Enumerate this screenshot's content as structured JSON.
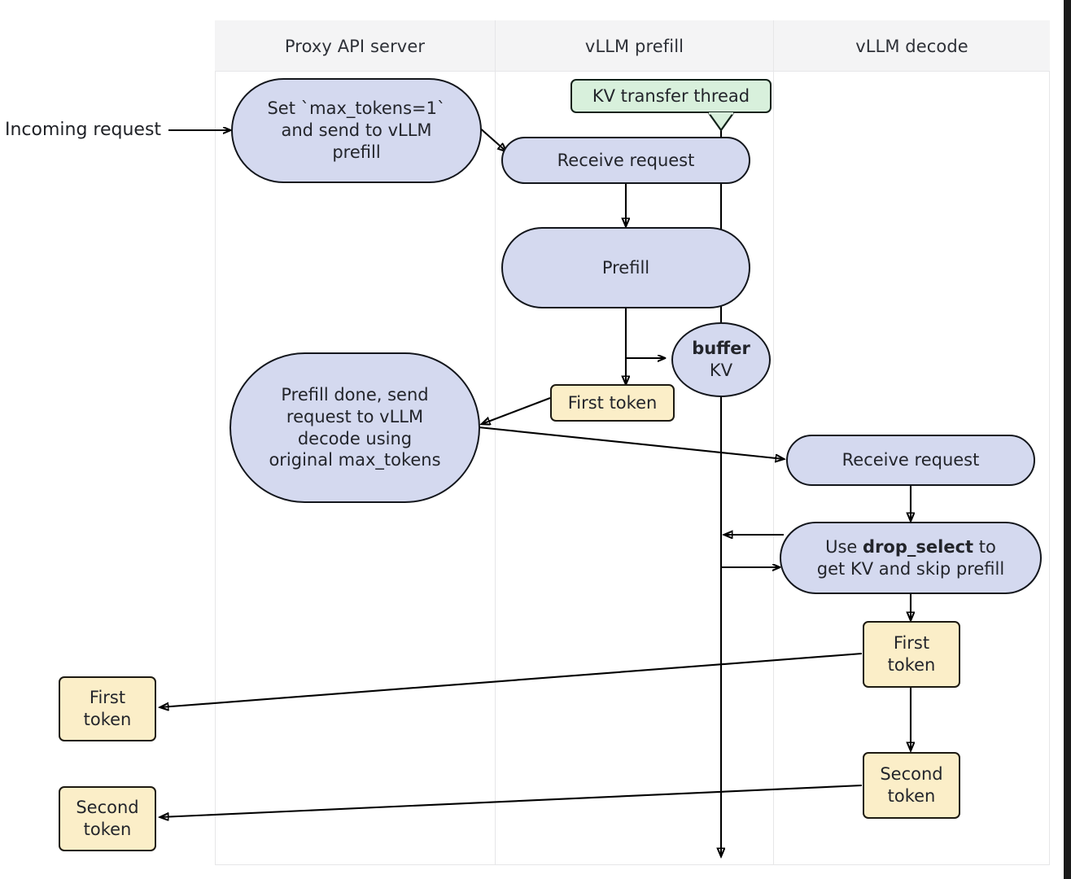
{
  "diagram": {
    "type": "swimlane-flowchart",
    "title_bar_visible": false,
    "lanes": [
      {
        "id": "proxy",
        "label": "Proxy API server"
      },
      {
        "id": "prefill",
        "label": "vLLM prefill"
      },
      {
        "id": "decode",
        "label": "vLLM decode"
      }
    ],
    "external_labels": [
      {
        "name": "incoming-request-label",
        "text": "Incoming request"
      }
    ],
    "nodes": [
      {
        "id": "set-max-tokens",
        "lane": "proxy",
        "shape": "rounded",
        "color": "#d4d9ef",
        "lines": [
          "Set `max_tokens=1`",
          "and send to vLLM",
          "prefill"
        ]
      },
      {
        "id": "prefill-done",
        "lane": "proxy",
        "shape": "rounded",
        "color": "#d4d9ef",
        "lines": [
          "Prefill done, send",
          "request to vLLM",
          "decode using",
          "original max_tokens"
        ]
      },
      {
        "id": "kv-transfer-thread",
        "lane": "prefill",
        "shape": "note",
        "color": "#d8f0dc",
        "lines": [
          "KV transfer thread"
        ]
      },
      {
        "id": "prefill-receive",
        "lane": "prefill",
        "shape": "rounded",
        "color": "#d4d9ef",
        "lines": [
          "Receive request"
        ]
      },
      {
        "id": "prefill-step",
        "lane": "prefill",
        "shape": "rounded",
        "color": "#d4d9ef",
        "lines": [
          "Prefill"
        ]
      },
      {
        "id": "buffer-kv",
        "lane": "prefill",
        "shape": "ellipse",
        "color": "#d4d9ef",
        "lines": [
          "buffer",
          "KV"
        ],
        "bold_first_line": true
      },
      {
        "id": "prefill-first-token",
        "lane": "prefill",
        "shape": "token",
        "color": "#fbeec8",
        "lines": [
          "First token"
        ]
      },
      {
        "id": "decode-receive",
        "lane": "decode",
        "shape": "rounded",
        "color": "#d4d9ef",
        "lines": [
          "Receive request"
        ]
      },
      {
        "id": "drop-select",
        "lane": "decode",
        "shape": "rounded",
        "color": "#d4d9ef",
        "lines": [
          "Use drop_select to",
          "get KV and skip prefill"
        ],
        "bold_token": "drop_select"
      },
      {
        "id": "decode-first-token",
        "lane": "decode",
        "shape": "token",
        "color": "#fbeec8",
        "lines": [
          "First",
          "token"
        ]
      },
      {
        "id": "decode-second-token",
        "lane": "decode",
        "shape": "token",
        "color": "#fbeec8",
        "lines": [
          "Second",
          "token"
        ]
      },
      {
        "id": "out-first-token",
        "lane": "external",
        "shape": "token",
        "color": "#fbeec8",
        "lines": [
          "First",
          "token"
        ]
      },
      {
        "id": "out-second-token",
        "lane": "external",
        "shape": "token",
        "color": "#fbeec8",
        "lines": [
          "Second",
          "token"
        ]
      }
    ],
    "edges": [
      {
        "from": "incoming-request-label",
        "to": "set-max-tokens",
        "style": "arrow"
      },
      {
        "from": "set-max-tokens",
        "to": "prefill-receive",
        "style": "arrow"
      },
      {
        "from": "prefill-receive",
        "to": "prefill-step",
        "style": "arrow"
      },
      {
        "from": "prefill-step",
        "to": "prefill-first-token",
        "style": "arrow"
      },
      {
        "from": "prefill-step",
        "to": "buffer-kv",
        "style": "arrow"
      },
      {
        "from": "prefill-first-token",
        "to": "prefill-done",
        "style": "arrow"
      },
      {
        "from": "prefill-done",
        "to": "decode-receive",
        "style": "arrow"
      },
      {
        "from": "decode-receive",
        "to": "drop-select",
        "style": "arrow"
      },
      {
        "from": "drop-select",
        "to": "kv-transfer-line",
        "style": "arrow"
      },
      {
        "from": "kv-transfer-line",
        "to": "drop-select",
        "style": "arrow"
      },
      {
        "from": "drop-select",
        "to": "decode-first-token",
        "style": "arrow"
      },
      {
        "from": "decode-first-token",
        "to": "decode-second-token",
        "style": "arrow"
      },
      {
        "from": "decode-first-token",
        "to": "out-first-token",
        "style": "arrow"
      },
      {
        "from": "decode-second-token",
        "to": "out-second-token",
        "style": "arrow"
      },
      {
        "from": "kv-transfer-thread",
        "to": "kv-transfer-line",
        "style": "lifeline"
      }
    ]
  },
  "text": {
    "lane_proxy": "Proxy API server",
    "lane_prefill": "vLLM prefill",
    "lane_decode": "vLLM decode",
    "incoming_request": "Incoming request",
    "set_max_tokens_l1": "Set `max_tokens=1`",
    "set_max_tokens_l2": "and send to vLLM",
    "set_max_tokens_l3": "prefill",
    "prefill_done_l1": "Prefill done, send",
    "prefill_done_l2": "request to vLLM",
    "prefill_done_l3": "decode using",
    "prefill_done_l4": "original max_tokens",
    "kv_transfer_thread": "KV transfer thread",
    "prefill_receive": "Receive request",
    "prefill_step": "Prefill",
    "buffer_word": "buffer",
    "kv_word": "KV",
    "prefill_first_token": "First token",
    "decode_receive": "Receive request",
    "drop_select_pre": "Use ",
    "drop_select_bold": "drop_select",
    "drop_select_post": " to",
    "drop_select_l2": "get KV and skip prefill",
    "first_word": "First",
    "second_word": "Second",
    "token_word": "token"
  },
  "colors": {
    "node_blue": "#d4d9ef",
    "node_green": "#d8f0dc",
    "node_yellow": "#fbeec8",
    "lane_header": "#f4f4f5",
    "lane_border": "#e6e6e8",
    "stroke": "#000000",
    "text": "#23252b"
  }
}
